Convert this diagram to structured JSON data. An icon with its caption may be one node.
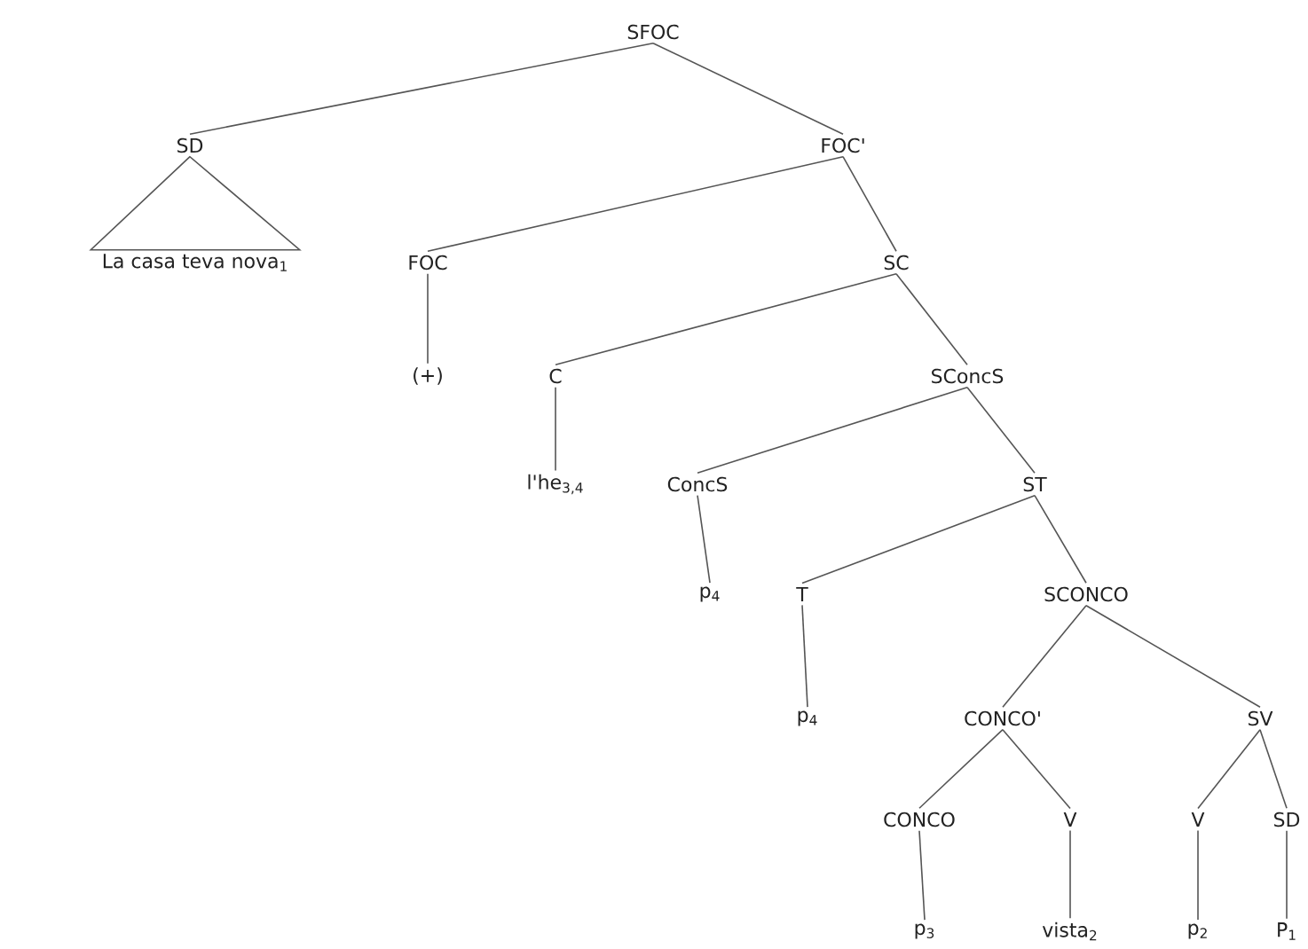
{
  "diagram": {
    "nodes": [
      {
        "text": [
          "SFOC"
        ]
      },
      {
        "text": [
          "SD"
        ]
      },
      {
        "text": [
          "FOC'"
        ]
      },
      {
        "text": [
          "La casa teva nova$_{1}$"
        ]
      },
      {
        "text": [
          "FOC"
        ]
      },
      {
        "text": [
          "SC"
        ]
      },
      {
        "text": [
          "(+)"
        ]
      },
      {
        "text": [
          "C"
        ]
      },
      {
        "text": [
          "SConcS"
        ]
      },
      {
        "text": [
          "l'he$_{3,4}$"
        ]
      },
      {
        "text": [
          "ConcS"
        ]
      },
      {
        "text": [
          "ST"
        ]
      },
      {
        "text": [
          "p$_{4}$"
        ]
      },
      {
        "text": [
          "T"
        ]
      },
      {
        "text": [
          "SCONCO"
        ]
      },
      {
        "text": [
          "p$_{4}$"
        ]
      },
      {
        "text": [
          "CONCO'"
        ]
      },
      {
        "text": [
          "SV"
        ]
      },
      {
        "text": [
          "CONCO"
        ]
      },
      {
        "text": [
          "V"
        ]
      },
      {
        "text": [
          "V"
        ]
      },
      {
        "text": [
          "SD"
        ]
      },
      {
        "text": [
          "p$_{3}$"
        ]
      },
      {
        "text": [
          "vista$_{2}$"
        ]
      },
      {
        "text": [
          "p$_{2}$"
        ]
      },
      {
        "text": [
          "P$_{1}$"
        ]
      }
    ],
    "edges": [
      {
        "from": 0,
        "to": 1,
        "arrow": "none"
      },
      {
        "from": 0,
        "to": 2,
        "arrow": "none"
      },
      {
        "from": 1,
        "to": 3,
        "arrow": "none"
      },
      {
        "from": 2,
        "to": 4,
        "arrow": "none"
      },
      {
        "from": 2,
        "to": 5,
        "arrow": "none"
      },
      {
        "from": 4,
        "to": 6,
        "arrow": "none"
      },
      {
        "from": 5,
        "to": 7,
        "arrow": "none"
      },
      {
        "from": 5,
        "to": 8,
        "arrow": "none"
      },
      {
        "from": 7,
        "to": 9,
        "arrow": "none"
      },
      {
        "from": 8,
        "to": 10,
        "arrow": "none"
      },
      {
        "from": 8,
        "to": 11,
        "arrow": "none"
      },
      {
        "from": 10,
        "to": 12,
        "arrow": "none"
      },
      {
        "from": 11,
        "to": 13,
        "arrow": "none"
      },
      {
        "from": 11,
        "to": 14,
        "arrow": "none"
      },
      {
        "from": 13,
        "to": 15,
        "arrow": "none"
      },
      {
        "from": 14,
        "to": 16,
        "arrow": "none"
      },
      {
        "from": 14,
        "to": 17,
        "arrow": "none"
      },
      {
        "from": 16,
        "to": 18,
        "arrow": "none"
      },
      {
        "from": 16,
        "to": 19,
        "arrow": "none"
      },
      {
        "from": 17,
        "to": 20,
        "arrow": "none"
      },
      {
        "from": 17,
        "to": 21,
        "arrow": "none"
      },
      {
        "from": 18,
        "to": 22,
        "arrow": "none"
      },
      {
        "from": 19,
        "to": 23,
        "arrow": "none"
      },
      {
        "from": 20,
        "to": 24,
        "arrow": "none"
      },
      {
        "from": 21,
        "to": 25,
        "arrow": "none"
      }
    ]
  }
}
